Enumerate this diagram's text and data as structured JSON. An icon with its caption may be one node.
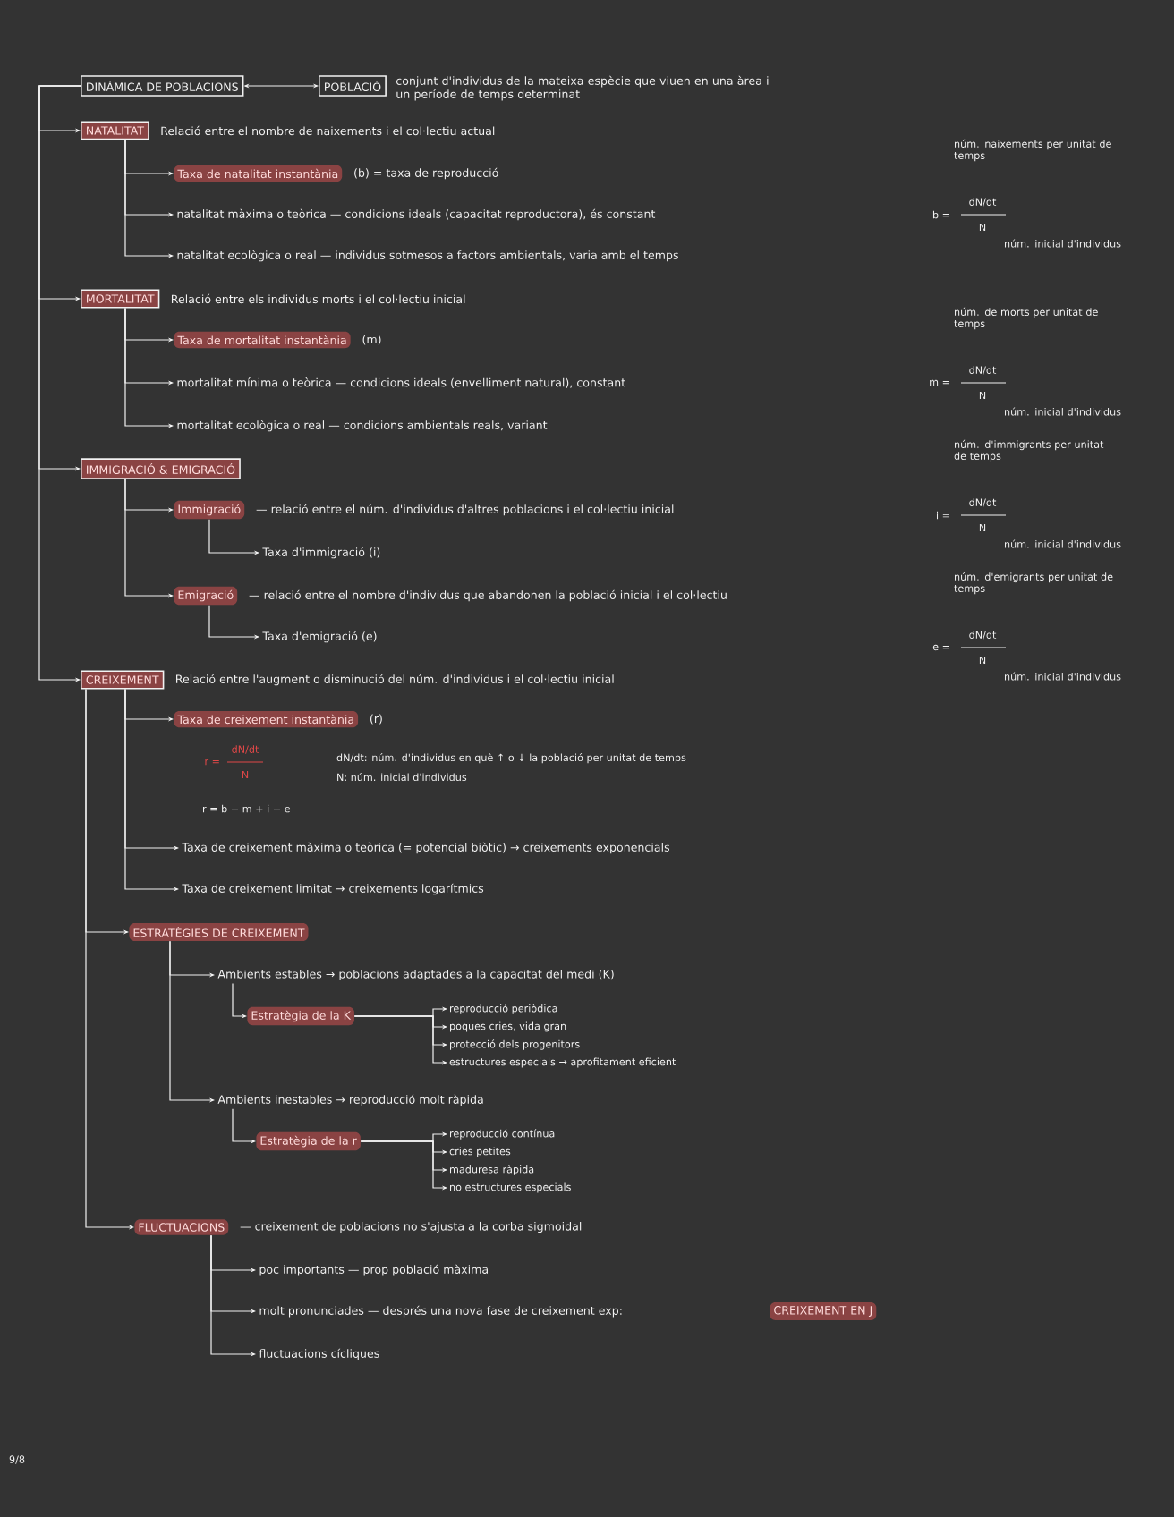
{
  "diagram": {
    "nodes": [
      {
        "text": [
          "DINÀMICA DE POBLACIONS"
        ]
      },
      {
        "text": [
          "POBLACIÓ"
        ],
        "beside": [
          "conjunt d'individus de la mateixa espècie que viuen en una àrea i un període de temps determinat"
        ]
      },
      {
        "text": [
          "NATALITAT"
        ],
        "beside": [
          "Relació entre el nombre de naixements i el col·lectiu actual"
        ]
      },
      {
        "text": [
          "Taxa de natalitat instantània"
        ],
        "beside": [
          "(b) = taxa de reproducció"
        ]
      },
      {
        "text": [
          "natalitat màxima o teòrica — condicions ideals (capacitat reproductora), és constant"
        ]
      },
      {
        "text": [
          "natalitat ecològica o real — individus sotmesos a factors ambientals, varia amb el temps"
        ]
      },
      {
        "text": [
          "MORTALITAT"
        ],
        "beside": [
          "Relació entre els individus morts i el col·lectiu inicial"
        ]
      },
      {
        "text": [
          "Taxa de mortalitat instantània"
        ],
        "beside": [
          "(m)"
        ]
      },
      {
        "text": [
          "mortalitat mínima o teòrica — condicions ideals (envelliment natural), constant"
        ]
      },
      {
        "text": [
          "mortalitat ecològica o real — condicions ambientals reals, variant"
        ]
      },
      {
        "text": [
          "IMMIGRACIÓ & EMIGRACIÓ"
        ]
      },
      {
        "text": [
          "Immigració"
        ],
        "beside": [
          "— relació entre el núm. d'individus d'altres poblacions i el col·lectiu inicial"
        ]
      },
      {
        "text": [
          "Taxa d'immigració (i)"
        ]
      },
      {
        "text": [
          "Emigració"
        ],
        "beside": [
          "— relació entre el nombre d'individus que abandonen la població inicial i el col·lectiu"
        ]
      },
      {
        "text": [
          "Taxa d'emigració (e)"
        ]
      },
      {
        "text": [
          "CREIXEMENT"
        ],
        "beside": [
          "Relació entre l'augment o disminució del núm. d'individus i el col·lectiu inicial"
        ]
      },
      {
        "text": [
          "Taxa de creixement instantània"
        ],
        "beside": [
          "(r)"
        ]
      },
      {
        "text": [
          "Taxa de creixement màxima o teòrica (= potencial biòtic) → creixements exponencials"
        ]
      },
      {
        "text": [
          "Taxa de creixement limitat → creixements logarítmics"
        ]
      },
      {
        "text": [
          "ESTRATÈGIES DE CREIXEMENT"
        ]
      },
      {
        "text": [
          "Ambients estables → poblacions adaptades a la capacitat del medi (K)"
        ]
      },
      {
        "text": [
          "Estratègia de la K"
        ]
      },
      {
        "text": [
          "reproducció periòdica"
        ]
      },
      {
        "text": [
          "poques cries, vida gran"
        ]
      },
      {
        "text": [
          "protecció dels progenitors"
        ]
      },
      {
        "text": [
          "estructures especials → aprofitament eficient"
        ]
      },
      {
        "text": [
          "Ambients inestables → reproducció molt ràpida"
        ]
      },
      {
        "text": [
          "Estratègia de la r"
        ]
      },
      {
        "text": [
          "reproducció contínua"
        ]
      },
      {
        "text": [
          "cries petites"
        ]
      },
      {
        "text": [
          "maduresa ràpida"
        ]
      },
      {
        "text": [
          "no estructures especials"
        ]
      },
      {
        "text": [
          "FLUCTUACIONS"
        ],
        "beside": [
          "— creixement de poblacions no s'ajusta a la corba sigmoidal"
        ]
      },
      {
        "text": [
          "poc importants — prop població màxima"
        ]
      },
      {
        "text": [
          "molt pronunciades — després una nova fase de creixement exp:"
        ]
      },
      {
        "text": [
          "CREIXEMENT EN J"
        ]
      },
      {
        "text": [
          "fluctuacions cícliques"
        ]
      }
    ],
    "edges": [
      {
        "from": 0,
        "to": 1,
        "arrow": "both"
      },
      {
        "from": 0,
        "to": 2,
        "arrow": "to"
      },
      {
        "from": 0,
        "to": 6,
        "arrow": "to"
      },
      {
        "from": 0,
        "to": 10,
        "arrow": "to"
      },
      {
        "from": 0,
        "to": 15,
        "arrow": "to"
      },
      {
        "from": 2,
        "to": 3,
        "arrow": "to"
      },
      {
        "from": 2,
        "to": 4,
        "arrow": "to"
      },
      {
        "from": 2,
        "to": 5,
        "arrow": "to"
      },
      {
        "from": 6,
        "to": 7,
        "arrow": "to"
      },
      {
        "from": 6,
        "to": 8,
        "arrow": "to"
      },
      {
        "from": 6,
        "to": 9,
        "arrow": "to"
      },
      {
        "from": 10,
        "to": 11,
        "arrow": "to"
      },
      {
        "from": 11,
        "to": 12,
        "arrow": "to"
      },
      {
        "from": 10,
        "to": 13,
        "arrow": "to"
      },
      {
        "from": 13,
        "to": 14,
        "arrow": "to"
      },
      {
        "from": 15,
        "to": 16,
        "arrow": "to"
      },
      {
        "from": 15,
        "to": 17,
        "arrow": "to"
      },
      {
        "from": 15,
        "to": 18,
        "arrow": "to"
      },
      {
        "from": 15,
        "to": 19,
        "arrow": "to"
      },
      {
        "from": 19,
        "to": 20,
        "arrow": "to"
      },
      {
        "from": 20,
        "to": 21,
        "arrow": "to"
      },
      {
        "from": 21,
        "to": 22,
        "arrow": "to"
      },
      {
        "from": 21,
        "to": 23,
        "arrow": "to"
      },
      {
        "from": 21,
        "to": 24,
        "arrow": "to"
      },
      {
        "from": 21,
        "to": 25,
        "arrow": "to"
      },
      {
        "from": 19,
        "to": 26,
        "arrow": "to"
      },
      {
        "from": 26,
        "to": 27,
        "arrow": "to"
      },
      {
        "from": 27,
        "to": 28,
        "arrow": "to"
      },
      {
        "from": 27,
        "to": 29,
        "arrow": "to"
      },
      {
        "from": 27,
        "to": 30,
        "arrow": "to"
      },
      {
        "from": 27,
        "to": 31,
        "arrow": "to"
      },
      {
        "from": 15,
        "to": 32,
        "arrow": "to"
      },
      {
        "from": 32,
        "to": 33,
        "arrow": "to"
      },
      {
        "from": 32,
        "to": 34,
        "arrow": "to"
      },
      {
        "from": 32,
        "to": 36,
        "arrow": "to"
      }
    ],
    "labels": [
      "núm. naixements per unitat de temps",
      "b =",
      "dN/dt",
      "N",
      "núm. inicial d'individus",
      "núm. de morts per unitat de temps",
      "m =",
      "dN/dt",
      "N",
      "núm. inicial d'individus",
      "núm. d'immigrants per unitat de temps",
      "i =",
      "dN/dt",
      "N",
      "núm. inicial d'individus",
      "núm. d'emigrants per unitat de temps",
      "e =",
      "dN/dt",
      "N",
      "núm. inicial d'individus",
      "r =",
      "dN/dt",
      "N",
      "dN/dt: núm. d'individus en què ↑ o ↓ la població per unitat de temps",
      "N: núm. inicial d'individus",
      "r = b − m + i − e",
      "9/8"
    ]
  }
}
